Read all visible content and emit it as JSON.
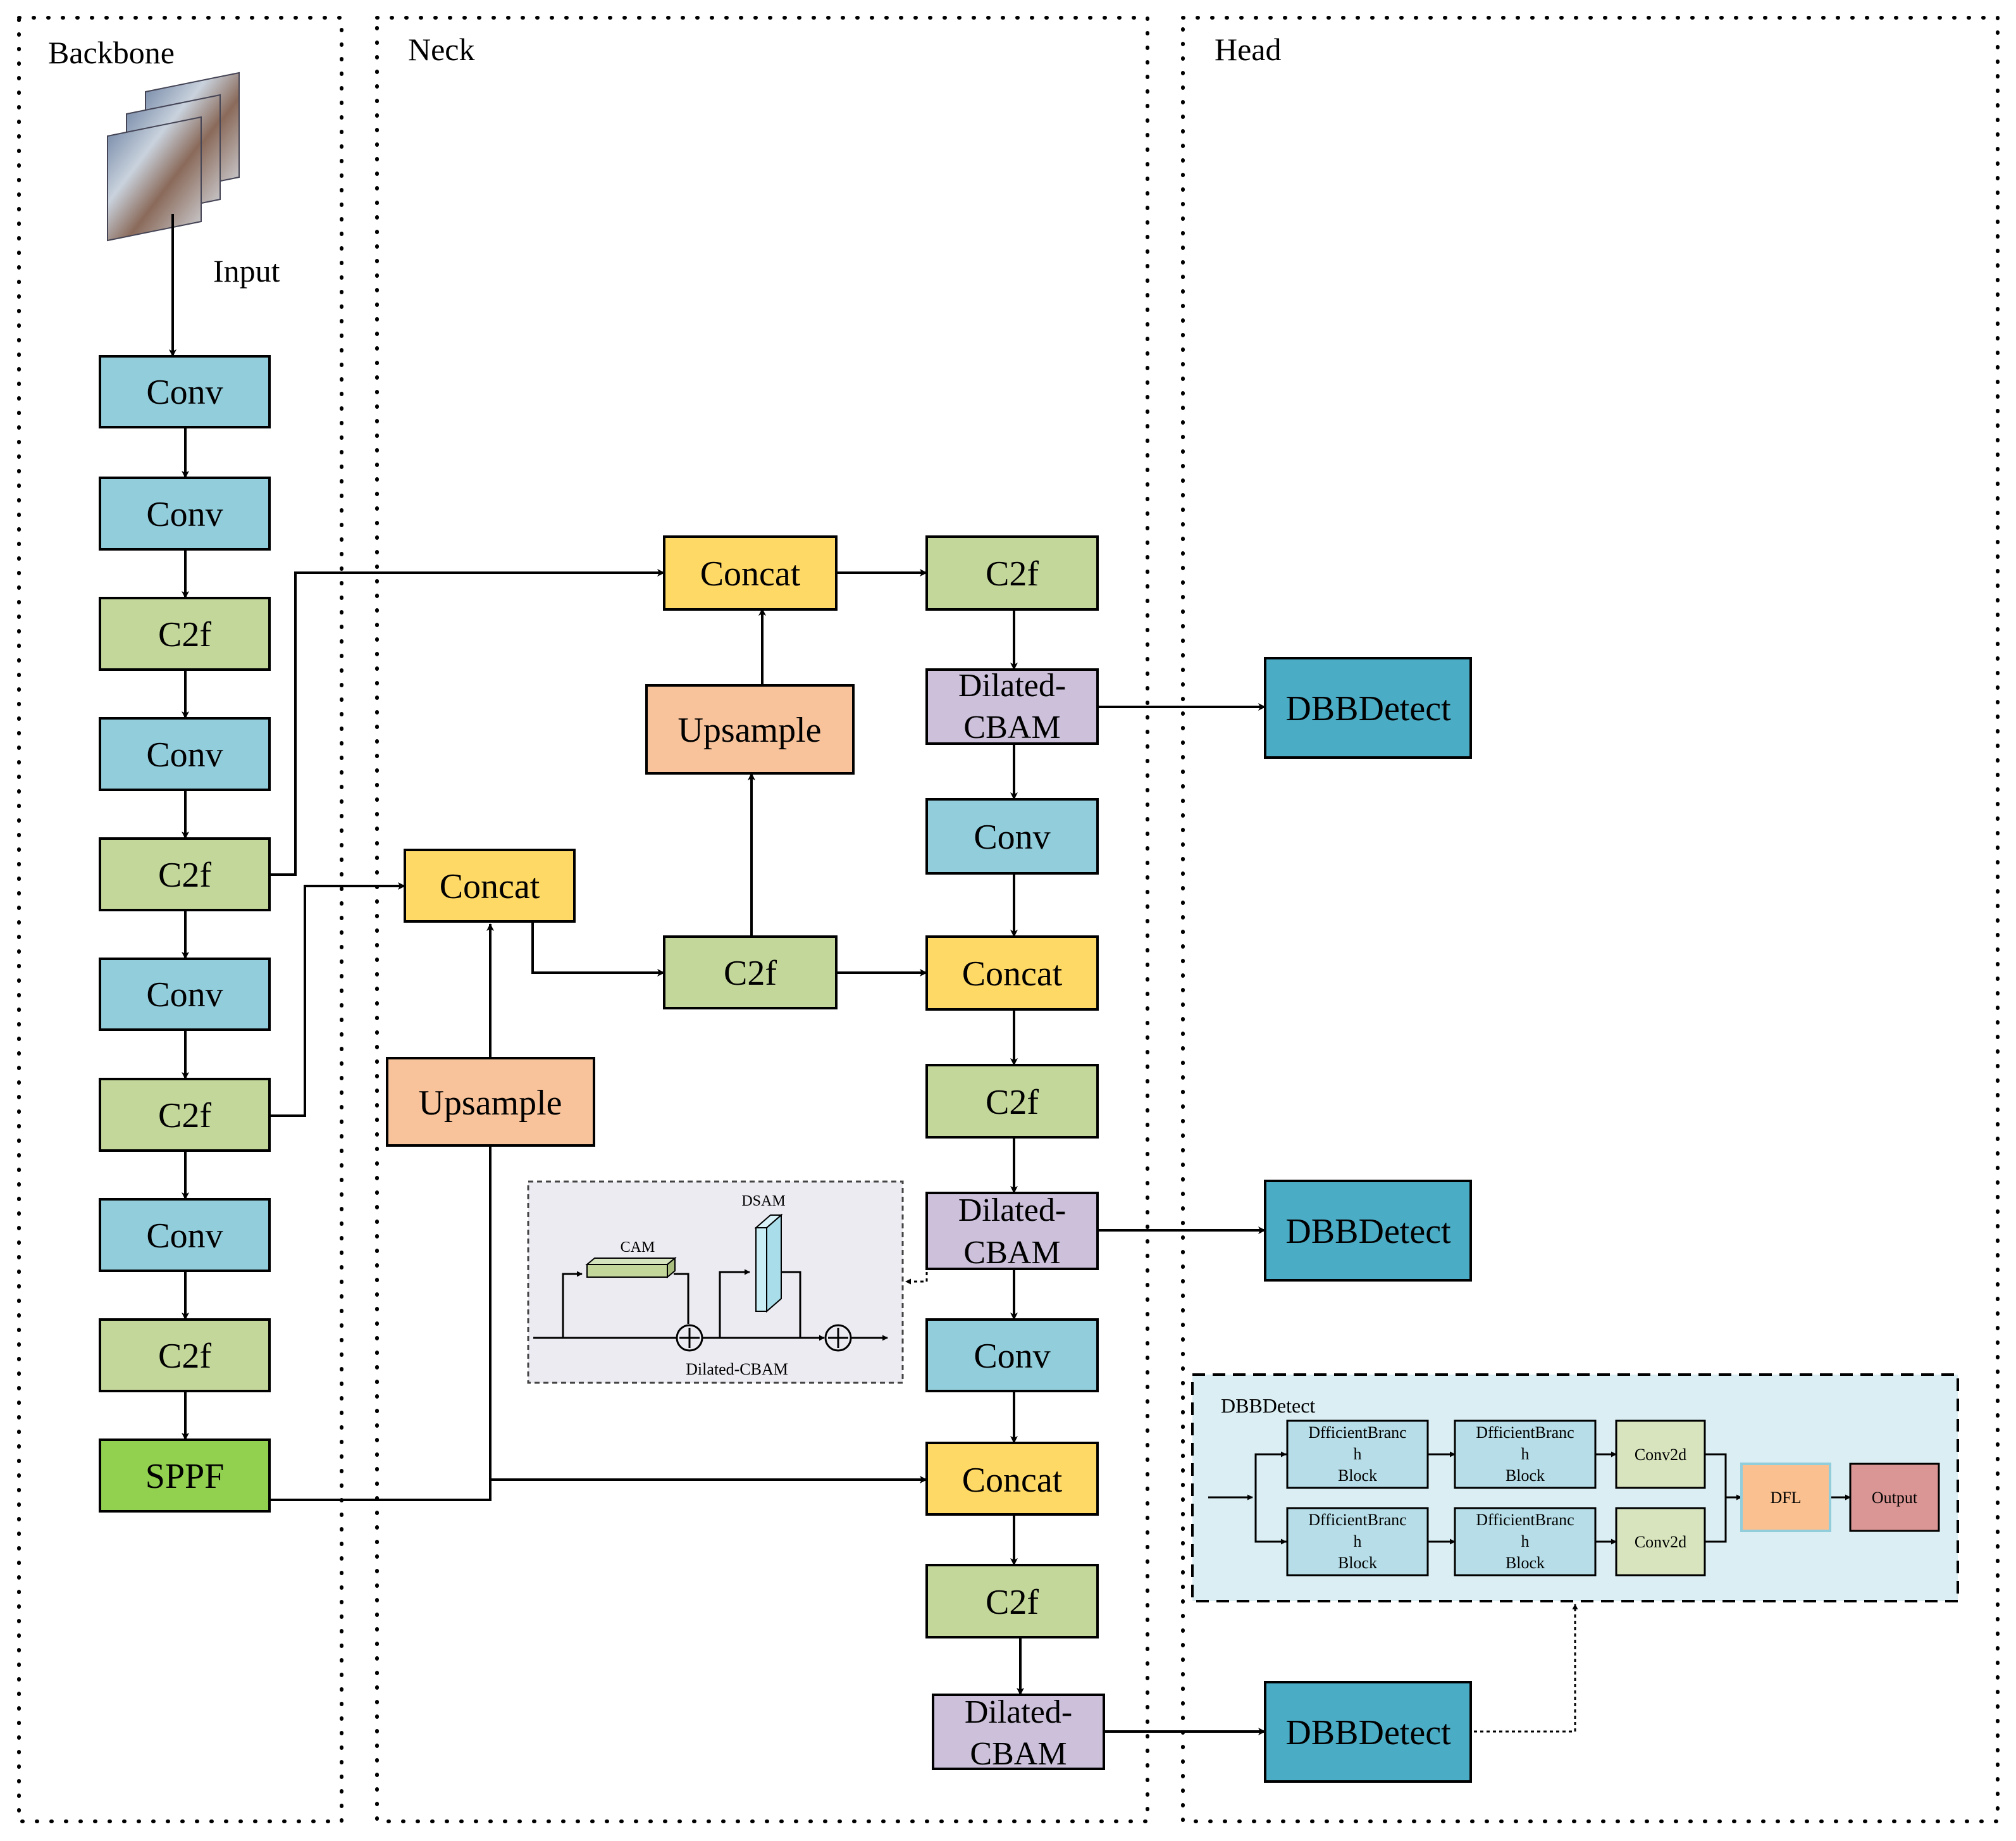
{
  "sections": {
    "backbone": "Backbone",
    "neck": "Neck",
    "head": "Head"
  },
  "input_label": "Input",
  "backbone": {
    "conv1": "Conv",
    "conv2": "Conv",
    "c2f1": "C2f",
    "conv3": "Conv",
    "c2f2": "C2f",
    "conv4": "Conv",
    "c2f3": "C2f",
    "conv5": "Conv",
    "c2f4": "C2f",
    "sppf": "SPPF"
  },
  "neck": {
    "concat_top": "Concat",
    "upsample_top": "Upsample",
    "concat_mid": "Concat",
    "c2f_mid": "C2f",
    "upsample_mid": "Upsample",
    "c2f_r1": "C2f",
    "dil1_l1": "Dilated-",
    "dil1_l2": "CBAM",
    "conv_r1": "Conv",
    "concat_r1": "Concat",
    "c2f_r2": "C2f",
    "dil2_l1": "Dilated-",
    "dil2_l2": "CBAM",
    "conv_r2": "Conv",
    "concat_r2": "Concat",
    "c2f_r3": "C2f",
    "dil3_l1": "Dilated-",
    "dil3_l2": "CBAM"
  },
  "head": {
    "det1": "DBBDetect",
    "det2": "DBBDetect",
    "det3": "DBBDetect"
  },
  "cbam_inset": {
    "cam": "CAM",
    "dsam": "DSAM",
    "caption": "Dilated-CBAM"
  },
  "dbb_inset": {
    "title": "DBBDetect",
    "blk_l1": "DfficientBranc",
    "blk_l2": "h",
    "blk_l3": "Block",
    "conv2d": "Conv2d",
    "dfl": "DFL",
    "output": "Output"
  },
  "colors": {
    "conv": "#92cddc",
    "c2f": "#c4d79b",
    "concat": "#ffd966",
    "upsample": "#f8c39b",
    "dilated": "#ccc0da",
    "detect": "#4bacc6",
    "sppf": "#92d050",
    "cbam_bg": "#edebf2",
    "dbb_bg": "#daeef3",
    "dfl": "#fac090",
    "output": "#da9694"
  }
}
